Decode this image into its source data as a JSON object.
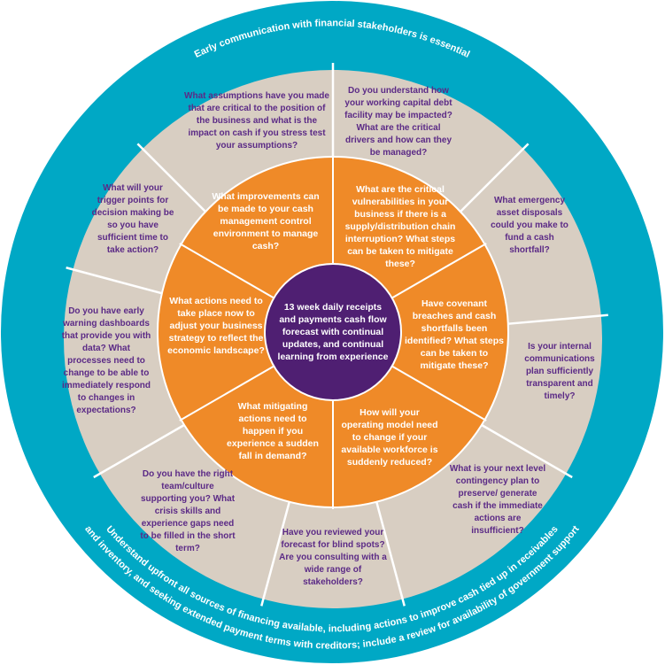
{
  "ring_text": {
    "top": "Early communication with financial stakeholders is essential",
    "bottom_line1": "Understand upfront all sources of financing available, including actions to improve cash tied up in receivables",
    "bottom_line2": "and inventory, and seeking extended payment terms with creditors; include a review for availability of government support"
  },
  "center": "13 week daily receipts and payments cash flow forecast with continual updates, and continual learning from experience",
  "inner": {
    "improvements": "What improvements can be made to your cash management control environment to manage cash?",
    "vulnerabilities": "What are the critical vulnerabilities in your business if there is a supply/distribution chain interruption? What steps can be taken to mitigate these?",
    "covenant": "Have covenant breaches and cash shortfalls been identified? What steps can be taken to mitigate these?",
    "operating": "How will your operating model need to change if your available workforce is suddenly reduced?",
    "mitigating": "What mitigating actions need to happen if you experience a sudden fall in demand?",
    "actions": "What actions need to take place now to adjust your business strategy to reflect the economic landscape?"
  },
  "outer": {
    "assumptions": "What assumptions have you made that are critical to the position of the business and what is the impact on cash if you stress test your assumptions?",
    "working_capital": "Do you understand how your working capital debt facility may be impacted? What are the critical drivers and how can they be managed?",
    "emergency": "What emergency asset disposals could you make to fund a cash shortfall?",
    "communications": "Is your internal communications plan sufficiently transparent and timely?",
    "contingency": "What is your next level contingency plan to preserve/ generate cash if the immediate actions are insufficient?",
    "reviewed": "Have you reviewed your forecast for blind spots? Are you consulting with a wide range of stakeholders?",
    "team": "Do you have the right team/culture supporting you? What crisis skills and experience gaps need to be filled in the short term?",
    "early_warning": "Do you have early warning dashboards that provide you with data? What processes need to change to be able to immediately respond to changes in expectations?",
    "trigger": "What will your trigger points for decision making be so you have sufficient time to take action?"
  },
  "colors": {
    "teal": "#00a8c5",
    "beige": "#d8cec2",
    "orange": "#ef8a28",
    "purple": "#4f1f72",
    "text": "#5b2a86"
  }
}
